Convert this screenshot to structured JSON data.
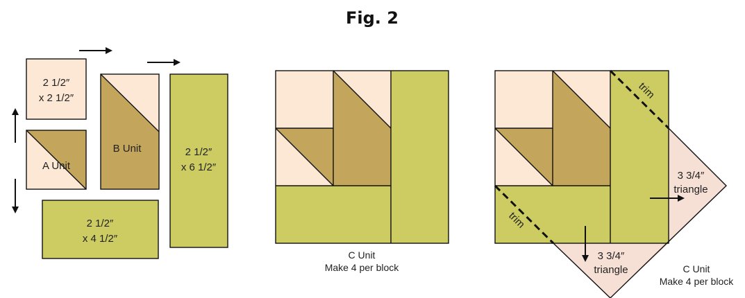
{
  "title": "Fig. 2",
  "colors": {
    "cream": "#FDE8D6",
    "tan": "#C3A55C",
    "green": "#CDCC62",
    "pink": "#F6E0D6",
    "outline": "#111111"
  },
  "pieces": {
    "square_label_line1": "2 1/2″",
    "square_label_line2": "x 2 1/2″",
    "a_unit_label": "A Unit",
    "b_unit_label": "B Unit",
    "tall_label_line1": "2 1/2″",
    "tall_label_line2": "x 6 1/2″",
    "wide_label_line1": "2 1/2″",
    "wide_label_line2": "x 4 1/2″"
  },
  "unit_c_middle": {
    "caption_line1": "C Unit",
    "caption_line2": "Make 4 per block"
  },
  "unit_c_right": {
    "trim_label": "trim",
    "triangle_label_line1": "3 3/4″",
    "triangle_label_line2": "triangle",
    "caption_line1": "C Unit",
    "caption_line2": "Make 4 per block"
  }
}
